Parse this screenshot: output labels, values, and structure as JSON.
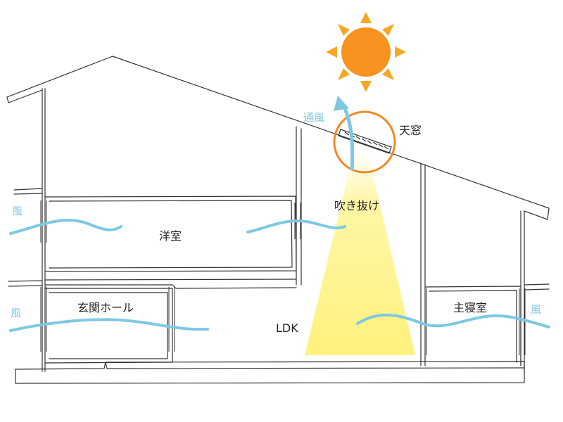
{
  "labels": {
    "tsuufuu": "通風",
    "tenmado": "天窓",
    "fukinuke": "吹き抜け",
    "youshitsu": "洋室",
    "genkan": "玄関ホール",
    "ldk": "LDK",
    "shushinshitsu": "主寝室",
    "kaze_upper_left": "風",
    "kaze_lower_left": "風",
    "kaze_right": "風"
  },
  "colors": {
    "sun_body": "#F7931E",
    "sun_rays": "#F7A823",
    "skylight_circle": "#F08A24",
    "wind": "#7EC8E3",
    "light_cone": "#FFF176",
    "outline": "#333333",
    "text": "#222222"
  },
  "icons": {
    "sun": "sun-icon",
    "arrow": "airflow-arrow-icon"
  }
}
